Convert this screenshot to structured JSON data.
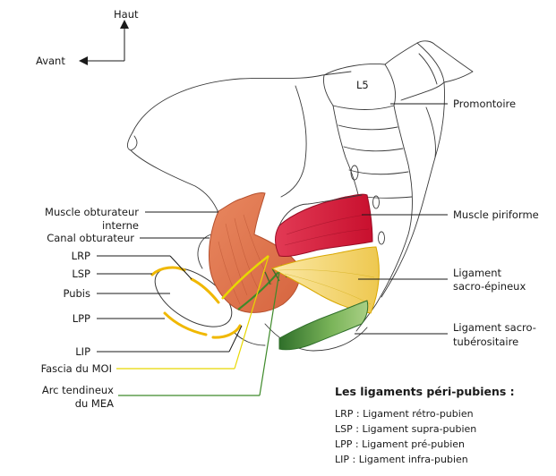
{
  "orientation": {
    "up": "Haut",
    "front": "Avant"
  },
  "bone_labels": {
    "vertebra": "L5"
  },
  "labels_left": {
    "obturator_internus_1": "Muscle obturateur",
    "obturator_internus_2": "interne",
    "obturator_canal": "Canal obturateur",
    "lrp": "LRP",
    "lsp": "LSP",
    "pubis": "Pubis",
    "lpp": "LPP",
    "lip": "LIP",
    "fascia_moi": "Fascia du MOI",
    "arc_tendineux_1": "Arc tendineux",
    "arc_tendineux_2": "du MEA"
  },
  "labels_right": {
    "promontoire": "Promontoire",
    "piriforme": "Muscle piriforme",
    "sacro_epineux_1": "Ligament",
    "sacro_epineux_2": "sacro-épineux",
    "sacro_tuberositaire_1": "Ligament sacro-",
    "sacro_tuberositaire_2": "tubérositaire"
  },
  "legend": {
    "title": "Les ligaments péri-pubiens :",
    "items": [
      "LRP : Ligament rétro-pubien",
      "LSP : Ligament supra-pubien",
      "LPP : Ligament pré-pubien",
      "LIP :  Ligament infra-pubien"
    ]
  },
  "colors": {
    "obturator_muscle": "#e07a55",
    "piriformis": "#d8203f",
    "sacrospinous": "#f3d870",
    "sacrotuberous": "#5d9a3a",
    "ligament_yellow": "#f0b800",
    "fascia_line": "#e8d800",
    "arc_line": "#3e8a2a"
  }
}
